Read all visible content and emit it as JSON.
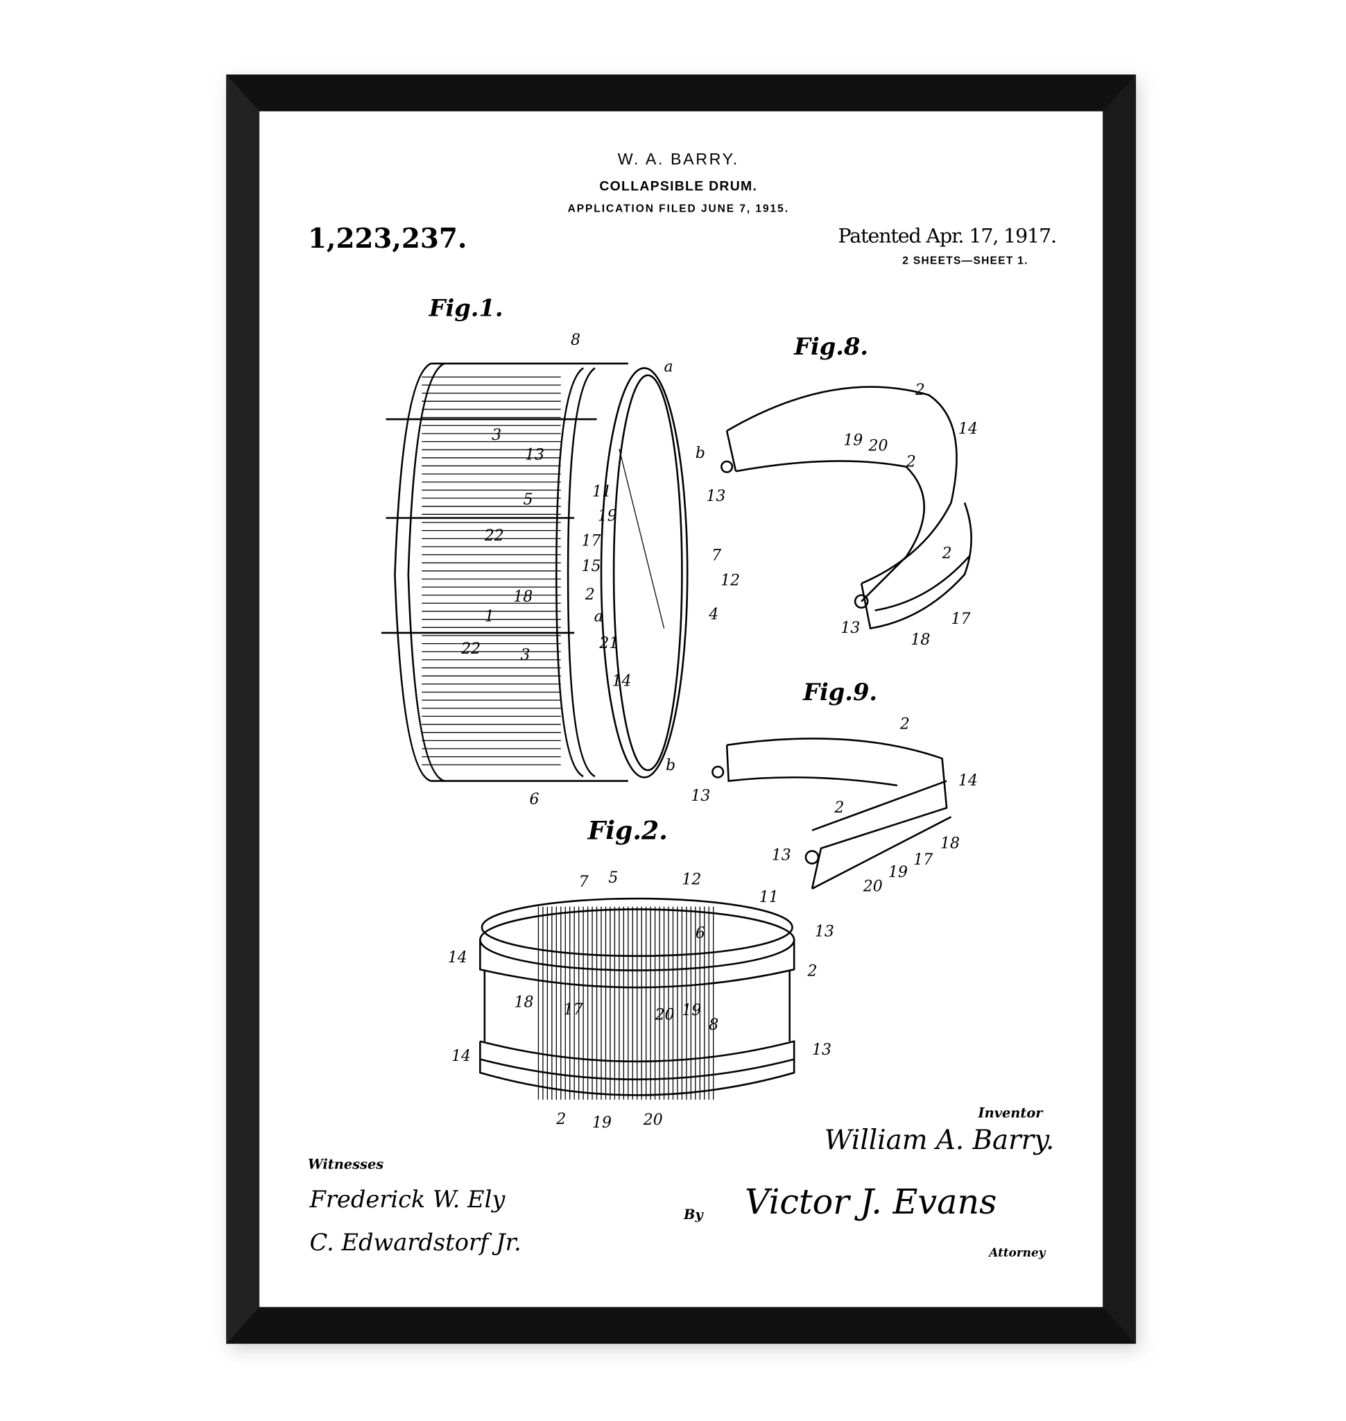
{
  "header": {
    "inventor_line": "W. A. BARRY.",
    "title": "COLLAPSIBLE DRUM.",
    "application": "APPLICATION FILED JUNE 7, 1915.",
    "patent_number": "1,223,237.",
    "patented": "Patented Apr. 17, 1917.",
    "sheets": "2 SHEETS—SHEET 1."
  },
  "figures": {
    "fig1": {
      "title": "Fig.1.",
      "labels": [
        "8",
        "a",
        "3",
        "13",
        "b",
        "11",
        "5",
        "19",
        "22",
        "17",
        "15",
        "7",
        "12",
        "18",
        "2",
        "a",
        "4",
        "1",
        "22",
        "3",
        "21",
        "14",
        "b",
        "6"
      ]
    },
    "fig8": {
      "title": "Fig.8.",
      "labels": [
        "2",
        "14",
        "19",
        "20",
        "2",
        "13",
        "2",
        "13",
        "18",
        "17"
      ]
    },
    "fig9": {
      "title": "Fig.9.",
      "labels": [
        "2",
        "14",
        "13",
        "2",
        "18",
        "13",
        "17",
        "19",
        "20"
      ]
    },
    "fig2": {
      "title": "Fig.2.",
      "labels": [
        "7",
        "5",
        "12",
        "11",
        "13",
        "6",
        "14",
        "2",
        "18",
        "17",
        "20",
        "19",
        "8",
        "14",
        "13",
        "2",
        "19",
        "20"
      ]
    }
  },
  "signatures": {
    "inventor_label": "Inventor",
    "inventor_name": "William A. Barry.",
    "witnesses_label": "Witnesses",
    "witness_1": "Frederick W. Ely",
    "witness_2": "C. Edwardstorf Jr.",
    "by_label": "By",
    "attorney_name": "Victor J. Evans",
    "attorney_label": "Attorney"
  },
  "colors": {
    "frame": "#111111",
    "paper": "#ffffff",
    "ink": "#000000"
  }
}
